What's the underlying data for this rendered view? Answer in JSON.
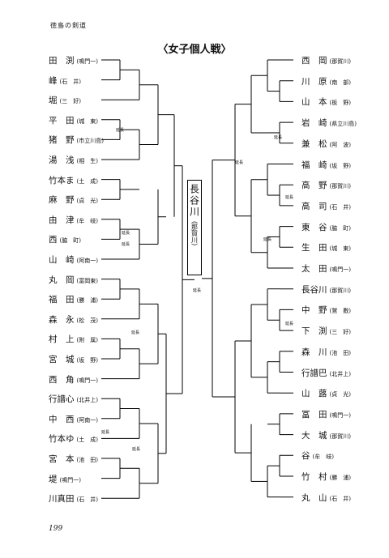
{
  "header": "徳島の剣道",
  "title": "〈女子個人戦〉",
  "page_number": "199",
  "champion": {
    "name": "長谷川",
    "school": "(那賀川)"
  },
  "left": [
    {
      "n": "田　渕",
      "s": "(鳴門一)"
    },
    {
      "n": "峰",
      "s": "(石　井)"
    },
    {
      "n": "堀",
      "s": "(三　好)"
    },
    {
      "n": "平　田",
      "s": "(城　東)"
    },
    {
      "n": "猪　野",
      "s": "(市立川島)"
    },
    {
      "n": "湯　浅",
      "s": "(相　生)"
    },
    {
      "n": "竹本ま",
      "s": "(土　成)"
    },
    {
      "n": "麻　野",
      "s": "(貞　光)"
    },
    {
      "n": "由　津",
      "s": "(牟　岐)"
    },
    {
      "n": "西",
      "s": "(脇　町)"
    },
    {
      "n": "山　崎",
      "s": "(阿南一)"
    },
    {
      "n": "丸　岡",
      "s": "(富岡東)"
    },
    {
      "n": "福　田",
      "s": "(勝　浦)"
    },
    {
      "n": "森　永",
      "s": "(松　茂)"
    },
    {
      "n": "村　上",
      "s": "(附　属)"
    },
    {
      "n": "宮　城",
      "s": "(坂　野)"
    },
    {
      "n": "西　角",
      "s": "(鳴門一)"
    },
    {
      "n": "行譜心",
      "s": "(北井上)"
    },
    {
      "n": "中　西",
      "s": "(阿南一)"
    },
    {
      "n": "竹本ゆ",
      "s": "(土　成)"
    },
    {
      "n": "宮　本",
      "s": "(池　田)"
    },
    {
      "n": "堤",
      "s": "(鳴門一)"
    },
    {
      "n": "川真田",
      "s": "(石　井)"
    }
  ],
  "right": [
    {
      "n": "西　岡",
      "s": "(那賀川)"
    },
    {
      "n": "川　原",
      "s": "(南　部)"
    },
    {
      "n": "山　本",
      "s": "(板　野)"
    },
    {
      "n": "岩　崎",
      "s": "(県立川島)"
    },
    {
      "n": "兼　松",
      "s": "(阿　波)"
    },
    {
      "n": "福　崎",
      "s": "(坂　野)"
    },
    {
      "n": "高　野",
      "s": "(那賀川)"
    },
    {
      "n": "高　司",
      "s": "(石　井)"
    },
    {
      "n": "東　谷",
      "s": "(脇　町)"
    },
    {
      "n": "生　田",
      "s": "(城　東)"
    },
    {
      "n": "太　田",
      "s": "(鳴門一)"
    },
    {
      "n": "長谷川",
      "s": "(那賀川)"
    },
    {
      "n": "中　野",
      "s": "(鷲　敷)"
    },
    {
      "n": "下　渕",
      "s": "(三　好)"
    },
    {
      "n": "森　川",
      "s": "(池　田)"
    },
    {
      "n": "行譜巴",
      "s": "(北井上)"
    },
    {
      "n": "山　蕗",
      "s": "(貞　光)"
    },
    {
      "n": "冨　田",
      "s": "(鳴門一)"
    },
    {
      "n": "大　城",
      "s": "(那賀川)"
    },
    {
      "n": "谷",
      "s": "(牟　岐)"
    },
    {
      "n": "竹　村",
      "s": "(勝　浦)"
    },
    {
      "n": "丸　山",
      "s": "(石　井)"
    }
  ],
  "extension_label": "延長"
}
